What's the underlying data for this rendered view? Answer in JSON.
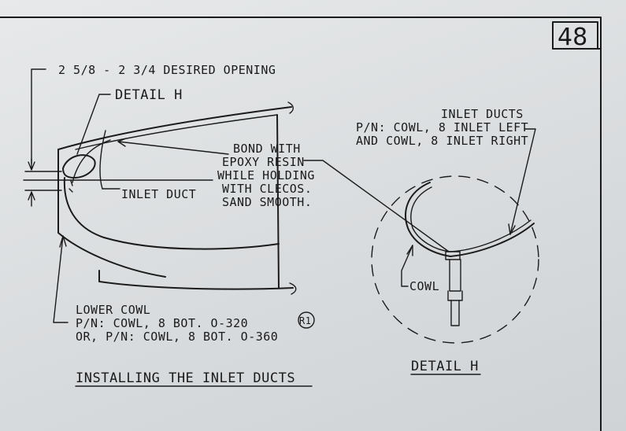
{
  "page_number": "48",
  "revision_mark": "R1",
  "labels": {
    "desired_opening": "2 5/8 - 2 3/4 DESIRED OPENING",
    "detail_h_callout": "DETAIL H",
    "bond_line1": "BOND WITH",
    "bond_line2": "EPOXY RESIN",
    "bond_line3": "WHILE HOLDING",
    "bond_line4": "WITH CLECOS.",
    "bond_line5": "SAND SMOOTH.",
    "inlet_duct": "INLET DUCT",
    "lower_cowl_line1": "LOWER COWL",
    "lower_cowl_line2": "P/N: COWL, 8 BOT.  O-320",
    "lower_cowl_line3": "OR, P/N: COWL, 8 BOT.  O-360",
    "inlet_ducts_line1": "INLET DUCTS",
    "inlet_ducts_line2": "P/N: COWL, 8 INLET LEFT",
    "inlet_ducts_line3": "AND COWL, 8 INLET RIGHT",
    "cowl": "COWL",
    "title_main": "INSTALLING THE INLET DUCTS",
    "title_detail": "DETAIL H"
  }
}
